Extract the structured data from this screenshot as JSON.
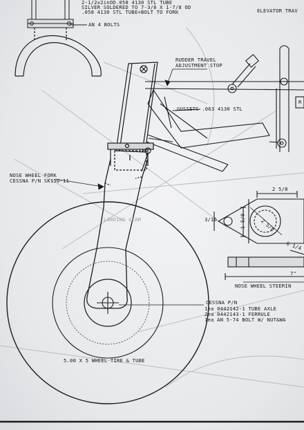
{
  "notes": {
    "tube_line1": "2-1/2x2inOD.058 4130 STL TUBE",
    "tube_line2": "SILVER SOLDERED TO 7-3/8 X 1-7/8 OD",
    "tube_line3": ".058 4130 STL TUBE+BOLT TO FORK",
    "bolts": "AN 4 BOLTS",
    "elevator": "ELEVATOR TRAV",
    "rudder_line1": "RUDDER TRAVEL",
    "rudder_line2": "ADJUSTMENT STOP",
    "gussets": "GUSSETS .063 4130 STL",
    "fork_line1": "NOSE WHEEL FORK",
    "fork_line2": "CESSNA P/N SK150-11",
    "landing_gear": "LANDING GEAR",
    "cessna_pn": "CESSNA P/N",
    "part1": "1ea 0442142-1 TUBE AXLE",
    "part2": "2ea 0442143-1 FERRULE",
    "part3": "1ea AN 5-74 BOLT W/ NUT&WA",
    "steering": "NOSE WHEEL STEERIN",
    "tire": "5.00 X 5 WHEEL TIRE & TUBE",
    "edge_letter": "R"
  },
  "dimensions": {
    "d1": "2 5/8",
    "d2": "3/16",
    "d3": "1 5/8",
    "d4": "2 5/8",
    "d5": "6 1/4",
    "d6": "7\""
  }
}
